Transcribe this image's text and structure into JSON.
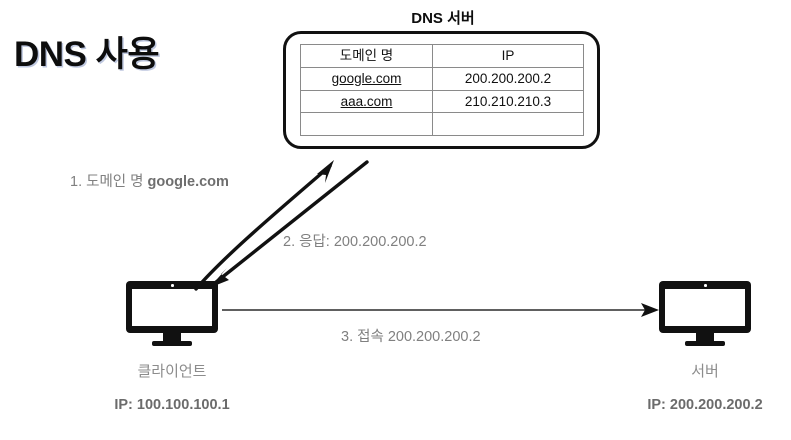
{
  "slide": {
    "title": "DNS 사용"
  },
  "dns_server": {
    "title": "DNS 서버",
    "table": {
      "headers": [
        "도메인 명",
        "IP"
      ],
      "rows": [
        {
          "domain": "google.com",
          "ip": "200.200.200.2",
          "emphasis": "bold"
        },
        {
          "domain": "aaa.com",
          "ip": "210.210.210.3",
          "emphasis": "plain"
        },
        {
          "domain": "",
          "ip": "",
          "emphasis": "empty"
        }
      ]
    }
  },
  "nodes": {
    "client": {
      "label": "클라이언트",
      "ip": "IP: 100.100.100.1",
      "icon": "desktop-monitor-icon"
    },
    "server": {
      "label": "서버",
      "ip": "IP: 200.200.200.2",
      "icon": "desktop-monitor-icon"
    }
  },
  "steps": [
    {
      "id": "step1",
      "prefix": "1. 도메인 명 ",
      "emphasis": "google.com",
      "suffix": ""
    },
    {
      "id": "step2",
      "prefix": "2. 응답: 200.200.200.2",
      "emphasis": "",
      "suffix": ""
    },
    {
      "id": "step3",
      "prefix": "3. 접속 200.200.200.2",
      "emphasis": "",
      "suffix": ""
    }
  ],
  "arrows": [
    {
      "name": "arrow-client-to-dns",
      "from": "client",
      "to": "dns-server",
      "style": "thick-curved"
    },
    {
      "name": "arrow-dns-to-client",
      "from": "dns-server",
      "to": "client",
      "style": "thick-straight"
    },
    {
      "name": "arrow-client-to-server",
      "from": "client",
      "to": "server",
      "style": "thin-straight"
    }
  ],
  "colors": {
    "ink": "#111111",
    "muted_text": "#808080",
    "ip_text": "#6b6b6b",
    "table_border": "#8a8a8a",
    "background": "#ffffff"
  }
}
